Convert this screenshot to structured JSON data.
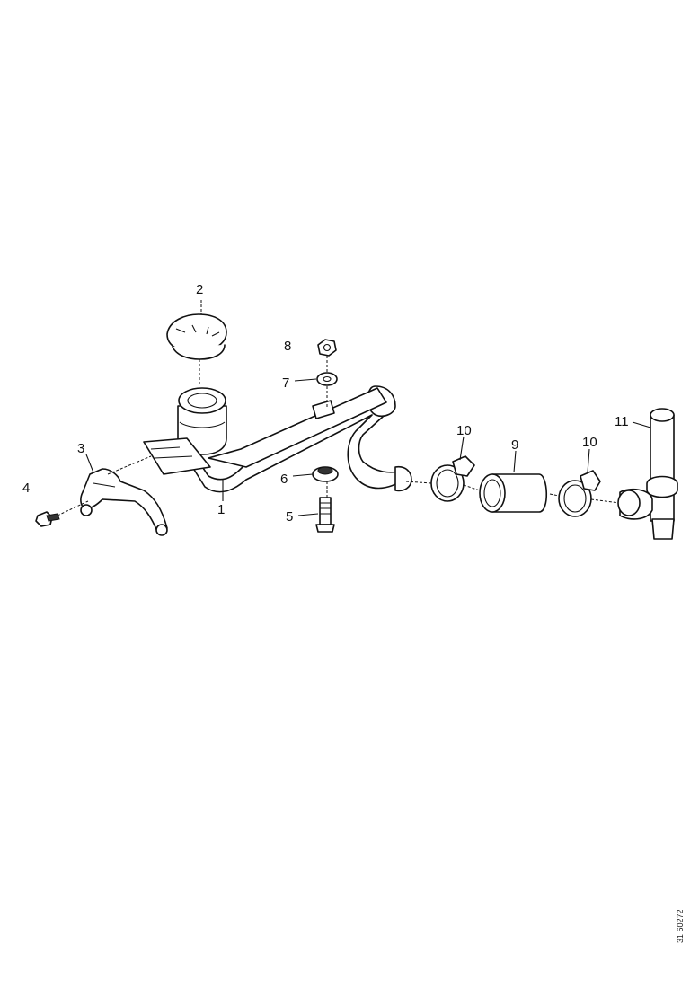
{
  "callouts": {
    "c1": "1",
    "c2": "2",
    "c3": "3",
    "c4": "4",
    "c5": "5",
    "c6": "6",
    "c7": "7",
    "c8": "8",
    "c9": "9",
    "c10a": "10",
    "c10b": "10",
    "c11": "11"
  },
  "drawing_ref": "31 60272"
}
